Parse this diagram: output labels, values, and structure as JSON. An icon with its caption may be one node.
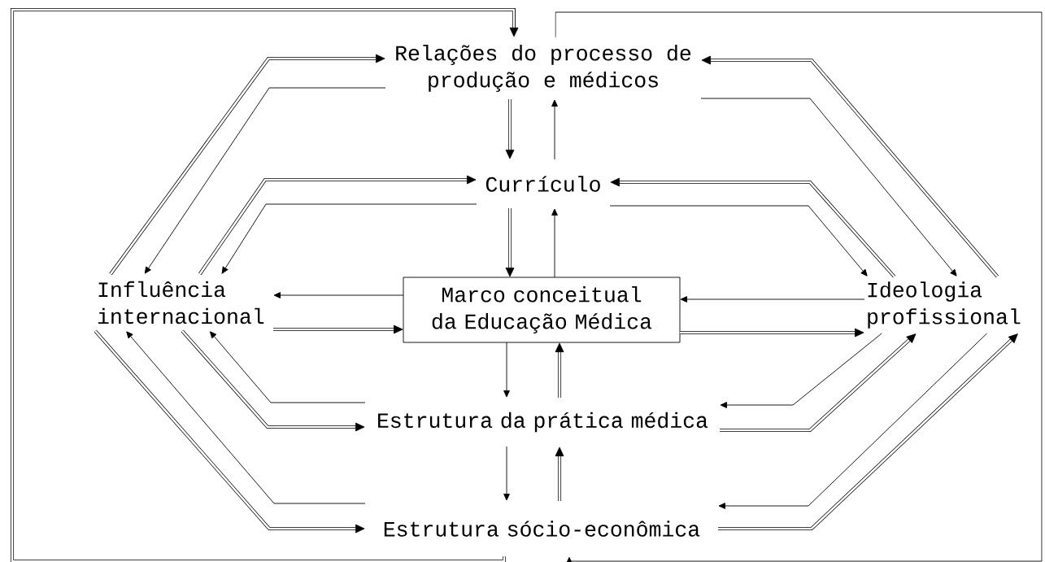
{
  "diagram": {
    "nodes": [
      {
        "text": [
          "Relações do processo de produção e médicos"
        ]
      },
      {
        "text": [
          "Currículo"
        ]
      },
      {
        "text": [
          "Influência internacional"
        ]
      },
      {
        "text": [
          "Marco conceitual da Educação Médica"
        ]
      },
      {
        "text": [
          "Ideologia profissional"
        ]
      },
      {
        "text": [
          "Estrutura da prática médica"
        ]
      },
      {
        "text": [
          "Estrutura sócio-econômica"
        ]
      }
    ],
    "edges": [
      {
        "from": 6,
        "to": 0,
        "arrow": "to",
        "style": "thick"
      },
      {
        "from": 0,
        "to": 6,
        "arrow": "to"
      },
      {
        "from": 0,
        "to": 1,
        "arrow": "to",
        "style": "thick"
      },
      {
        "from": 1,
        "to": 0,
        "arrow": "to"
      },
      {
        "from": 1,
        "to": 3,
        "arrow": "to",
        "style": "thick"
      },
      {
        "from": 3,
        "to": 1,
        "arrow": "to"
      },
      {
        "from": 3,
        "to": 5,
        "arrow": "to"
      },
      {
        "from": 5,
        "to": 3,
        "arrow": "to",
        "style": "thick"
      },
      {
        "from": 5,
        "to": 6,
        "arrow": "to"
      },
      {
        "from": 6,
        "to": 5,
        "arrow": "to",
        "style": "thick"
      },
      {
        "from": 2,
        "to": 0,
        "arrow": "to",
        "style": "thick"
      },
      {
        "from": 0,
        "to": 2,
        "arrow": "to"
      },
      {
        "from": 2,
        "to": 1,
        "arrow": "to",
        "style": "thick"
      },
      {
        "from": 1,
        "to": 2,
        "arrow": "to"
      },
      {
        "from": 3,
        "to": 2,
        "arrow": "to"
      },
      {
        "from": 2,
        "to": 3,
        "arrow": "to",
        "style": "thick"
      },
      {
        "from": 5,
        "to": 2,
        "arrow": "to"
      },
      {
        "from": 2,
        "to": 5,
        "arrow": "to",
        "style": "thick"
      },
      {
        "from": 6,
        "to": 2,
        "arrow": "to"
      },
      {
        "from": 2,
        "to": 6,
        "arrow": "to",
        "style": "thick"
      },
      {
        "from": 4,
        "to": 0,
        "arrow": "to",
        "style": "thick"
      },
      {
        "from": 0,
        "to": 4,
        "arrow": "to"
      },
      {
        "from": 4,
        "to": 1,
        "arrow": "to",
        "style": "thick"
      },
      {
        "from": 1,
        "to": 4,
        "arrow": "to"
      },
      {
        "from": 4,
        "to": 3,
        "arrow": "to"
      },
      {
        "from": 3,
        "to": 4,
        "arrow": "to",
        "style": "thick"
      },
      {
        "from": 4,
        "to": 5,
        "arrow": "to"
      },
      {
        "from": 5,
        "to": 4,
        "arrow": "to",
        "style": "thick"
      },
      {
        "from": 4,
        "to": 6,
        "arrow": "to"
      },
      {
        "from": 6,
        "to": 4,
        "arrow": "to",
        "style": "thick"
      }
    ]
  }
}
